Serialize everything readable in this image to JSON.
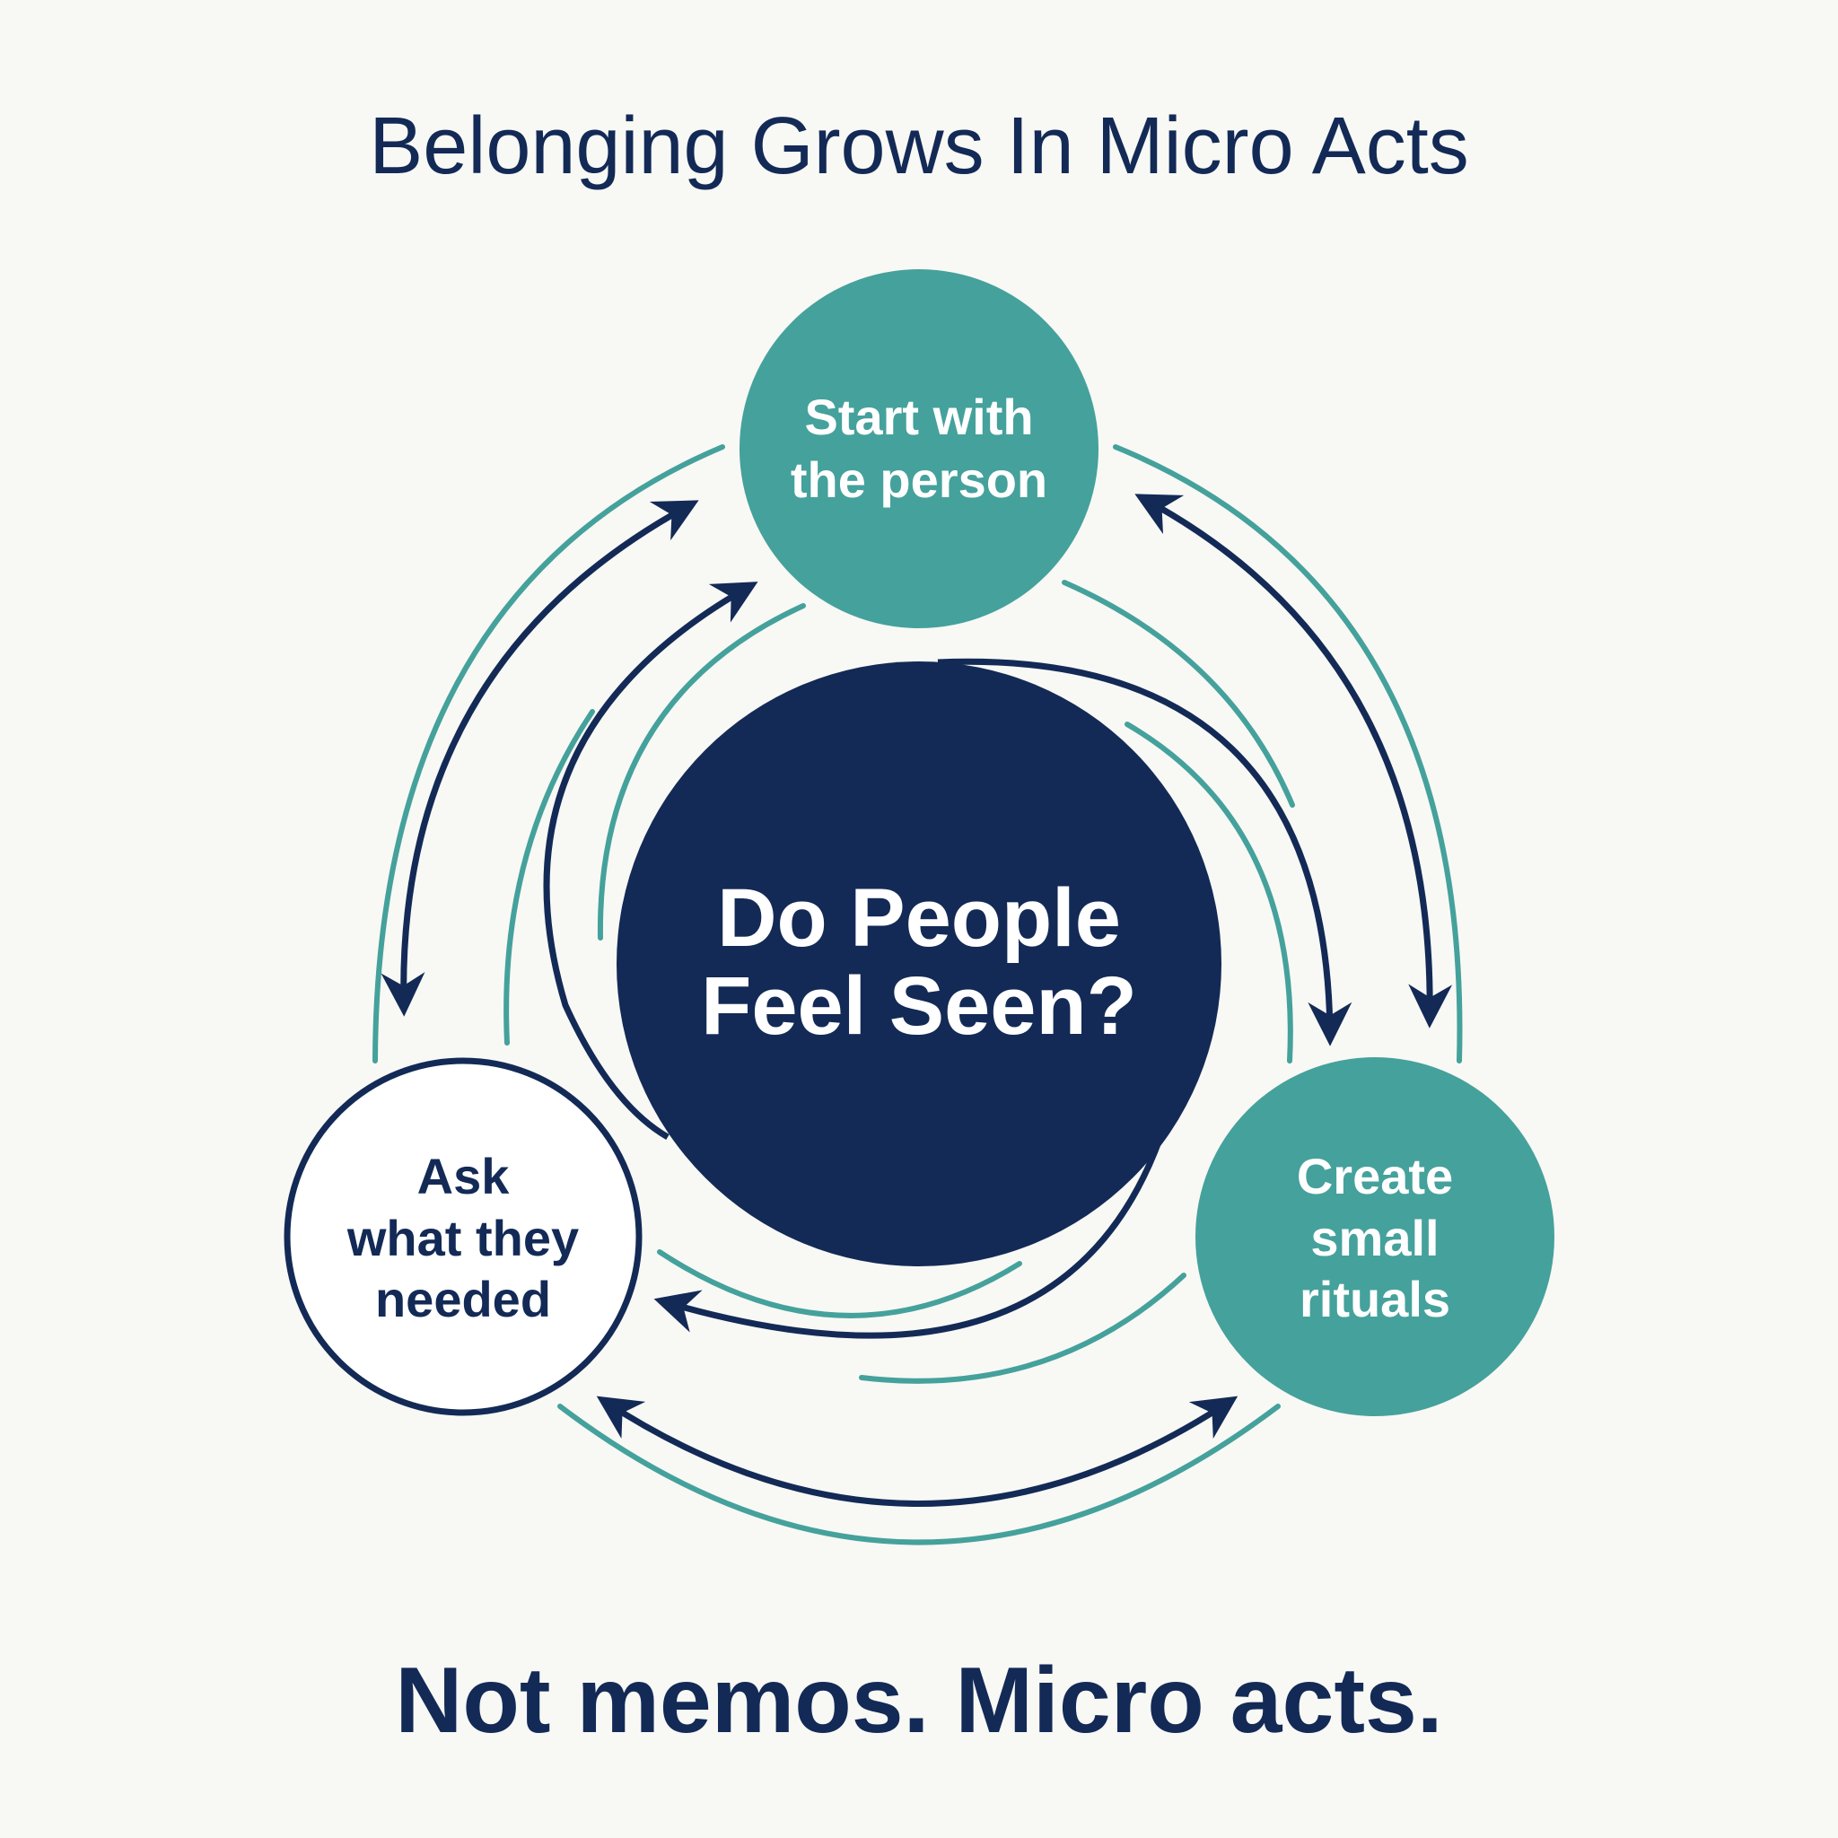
{
  "title": "Belonging Grows In Micro Acts",
  "center": {
    "line1": "Do People",
    "line2": "Feel Seen?"
  },
  "nodes": {
    "top": {
      "line1": "Start with",
      "line2": "the person"
    },
    "left": {
      "line1": "Ask",
      "line2": "what they",
      "line3": "needed"
    },
    "right": {
      "line1": "Create",
      "line2": "small",
      "line3": "rituals"
    }
  },
  "footer": "Not memos. Micro acts.",
  "colors": {
    "navy": "#132a56",
    "teal": "#45a19b",
    "background": "#f8f8f5"
  }
}
